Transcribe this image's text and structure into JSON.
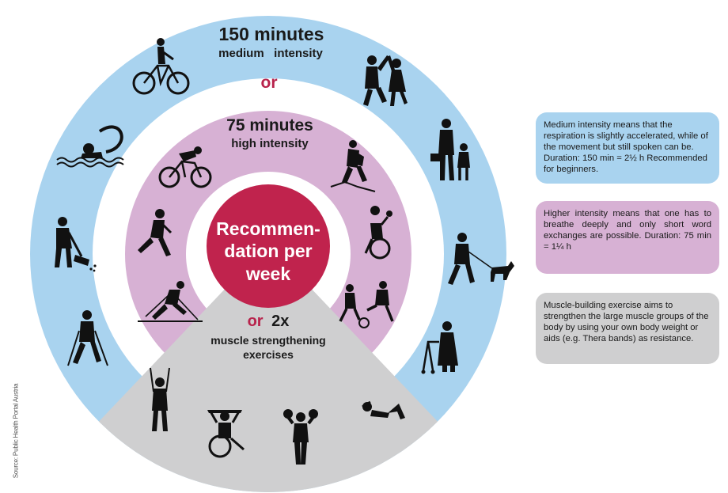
{
  "colors": {
    "outer_ring": "#a9d3ef",
    "inner_ring": "#d7b1d4",
    "muscle_sector": "#cfcfd0",
    "center": "#c0234d",
    "accent_text": "#b8234c",
    "dark_text": "#1a1a1a",
    "icon": "#111111"
  },
  "outer_ring": {
    "minutes": "150 minutes",
    "intensity": "medium   intensity",
    "or": "or"
  },
  "inner_ring": {
    "minutes": "75 minutes",
    "intensity": "high intensity"
  },
  "center": {
    "line1": "Recommen-",
    "line2": "dation per",
    "line3": "week"
  },
  "muscle": {
    "or": "or",
    "count": "2x",
    "line1": "muscle strengthening",
    "line2": "exercises"
  },
  "source": "Source: Public Health Portal Austria",
  "info_boxes": {
    "medium": "Medium intensity means that the respiration is slightly accelerated, while of the movement but still spoken can be. Duration: 150 min = 2½ h Recommended for beginners.",
    "high": "Higher intensity means that one has to breathe deeply and only short word exchanges are possible. Duration:  75  min  =  1¼  h",
    "muscle": "Muscle-building exercise aims to strengthen the large muscle groups of the body by using your own body weight or aids (e.g. Thera bands) as resistance."
  },
  "icons": {
    "outer": [
      "cycling-icon",
      "dancing-couple-icon",
      "swimming-icon",
      "walking-with-child-icon",
      "sweeping-icon",
      "dog-walking-icon",
      "nordic-walking-icon",
      "walker-elderly-icon"
    ],
    "inner": [
      "racing-cyclist-icon",
      "hiking-icon",
      "wheelchair-ball-icon",
      "running-icon",
      "cross-country-skiing-icon",
      "soccer-icon"
    ],
    "muscle": [
      "resistance-band-icon",
      "wheelchair-exercise-icon",
      "dumbbell-lift-icon",
      "sit-up-icon"
    ]
  }
}
